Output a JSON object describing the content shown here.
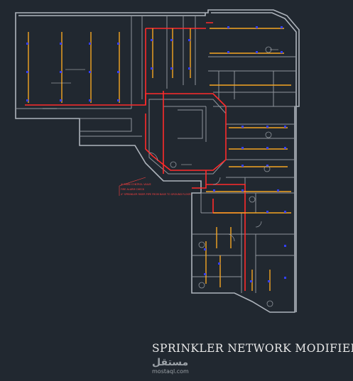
{
  "drawing": {
    "caption": "SPRINKLER NETWORK MODIFIED",
    "notes": [
      "4\" MAIN CONTROL VALVE",
      "FIRE ALARM CHECK",
      "4\" SPRINKLER RISER PIPE FROM BASE TO GROUND FLOOR"
    ],
    "colors": {
      "background": "#212830",
      "wall": "#aeb4bc",
      "main_pipe": "#ff2a2a",
      "branch_pipe": "#f5a623",
      "sprinkler_head": "#3340ff",
      "caption_text": "#e8e8e8"
    }
  },
  "watermark": {
    "logo": "مستقل",
    "site": "mostaql.com"
  }
}
